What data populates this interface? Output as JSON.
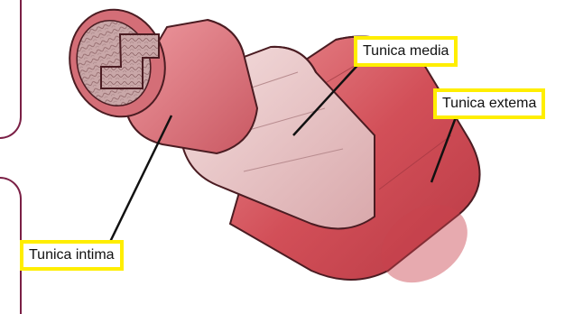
{
  "labels": {
    "tunica_media": "Tunica media",
    "tunica_externa": "Tunica extema",
    "tunica_intima": "Tunica intima"
  },
  "colors": {
    "label_border": "#ffee00",
    "externa_fill": "#d9636b",
    "media_fill": "#ecc6c6",
    "intima_fill": "#e07f86",
    "lumen_fill": "#c9a7a8",
    "frame_stroke": "#7a1f45"
  }
}
